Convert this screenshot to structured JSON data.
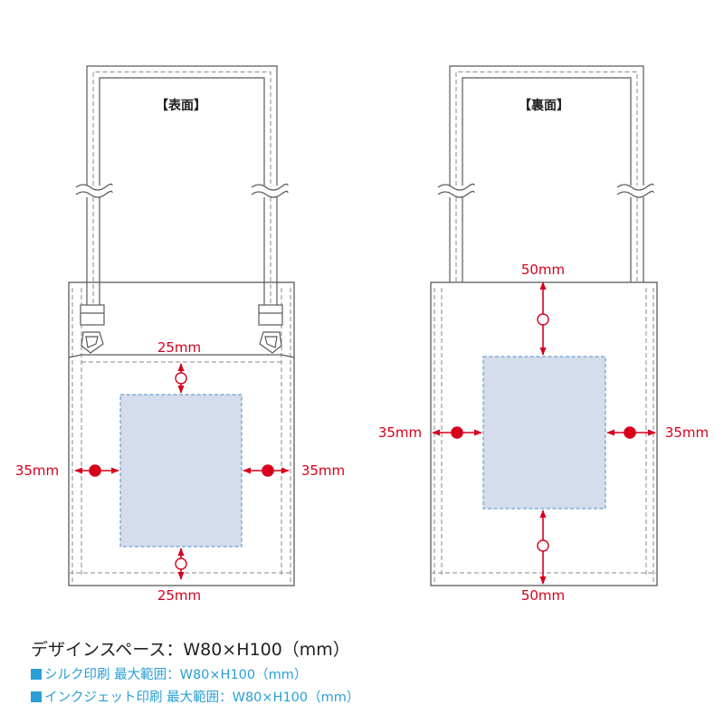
{
  "panels": {
    "front": {
      "heading": "【表面】",
      "dim_top": "25mm",
      "dim_bottom": "25mm",
      "dim_left": "35mm",
      "dim_right": "35mm"
    },
    "back": {
      "heading": "【裏面】",
      "dim_top": "50mm",
      "dim_bottom": "50mm",
      "dim_left": "35mm",
      "dim_right": "35mm"
    }
  },
  "legend": {
    "design_space": "デザインスペース：W80×H100（mm）",
    "silk": "シルク印刷 最大範囲：W80×H100（mm）",
    "inkjet": "インクジェット印刷 最大範囲：W80×H100（mm）"
  },
  "colors": {
    "accent_red": "#d6001c",
    "legend_blue": "#2a9fd6",
    "print_area_fill": "#d5dceb",
    "print_area_border": "#4a90c8",
    "outline": "#5a5a5a",
    "stitch": "#8a8a8a"
  },
  "icons": {
    "legend_bullet": "square-bullet-icon",
    "strap_break": "wave-break-icon",
    "dimension_marker": "arrow-marker-icon"
  }
}
